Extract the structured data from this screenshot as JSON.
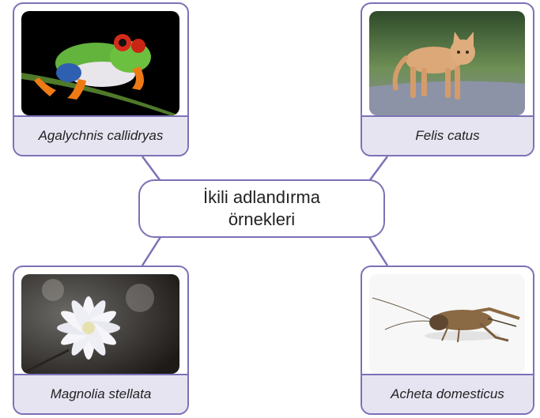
{
  "center": {
    "line1": "İkili adlandırma",
    "line2": "örnekleri"
  },
  "cards": {
    "top_left": {
      "label": "Agalychnis callidryas",
      "image": "red-eyed-tree-frog-photo"
    },
    "top_right": {
      "label": "Felis catus",
      "image": "domestic-cat-photo"
    },
    "bottom_left": {
      "label": "Magnolia stellata",
      "image": "star-magnolia-flower-photo"
    },
    "bottom_right": {
      "label": "Acheta domesticus",
      "image": "house-cricket-photo"
    }
  },
  "colors": {
    "border": "#7b72b6",
    "label_bg": "#e7e4f2",
    "text": "#222222"
  }
}
